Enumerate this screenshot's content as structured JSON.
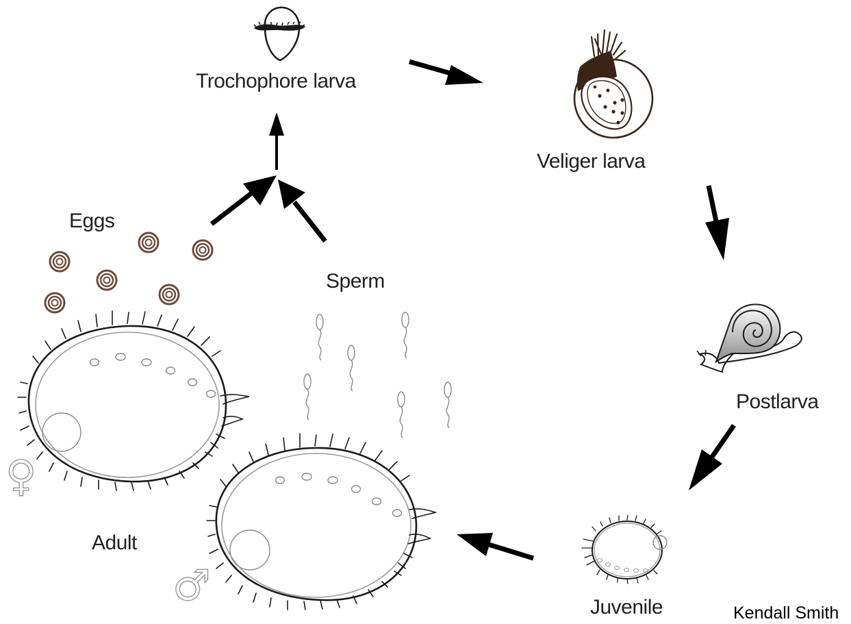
{
  "labels": {
    "trochophore": "Trochophore larva",
    "veliger": "Veliger larva",
    "postlarva": "Postlarva",
    "juvenile": "Juvenile",
    "adult": "Adult",
    "eggs": "Eggs",
    "sperm": "Sperm"
  },
  "credit": "Kendall Smith",
  "symbols": {
    "female": "♀",
    "male": "♂"
  },
  "colors": {
    "arrow": "#000000",
    "egg": "#6b4a3a",
    "larva_dark": "#3a2418",
    "outline": "#1a1a1a",
    "light_gray": "#9a9a9a"
  }
}
